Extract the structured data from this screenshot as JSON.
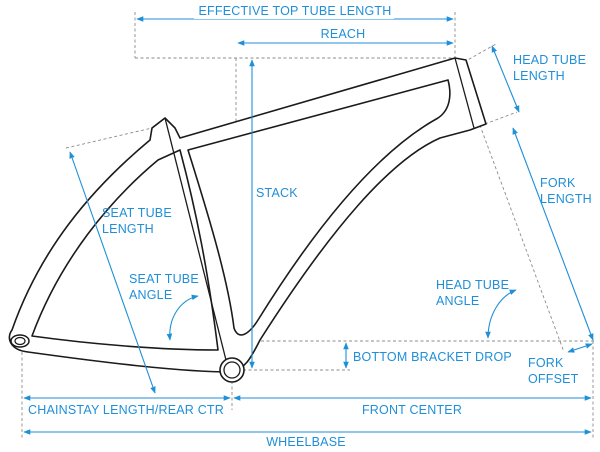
{
  "labels": {
    "effective_top_tube_length": "EFFECTIVE TOP TUBE LENGTH",
    "reach": "REACH",
    "head_tube_length": [
      "HEAD TUBE",
      "LENGTH"
    ],
    "stack": "STACK",
    "fork_length": [
      "FORK",
      "LENGTH"
    ],
    "seat_tube_length": [
      "SEAT TUBE",
      "LENGTH"
    ],
    "seat_tube_angle": [
      "SEAT TUBE",
      "ANGLE"
    ],
    "head_tube_angle": [
      "HEAD TUBE",
      "ANGLE"
    ],
    "bottom_bracket_drop": "BOTTOM BRACKET DROP",
    "fork_offset": [
      "FORK",
      "OFFSET"
    ],
    "chainstay_length": "CHAINSTAY LENGTH/REAR CTR",
    "front_center": "FRONT CENTER",
    "wheelbase": "WHEELBASE"
  },
  "colors": {
    "annotation": "#1f8fd8",
    "frame_outline": "#1b1b1b",
    "reference_lines": "#8c8c8c"
  }
}
